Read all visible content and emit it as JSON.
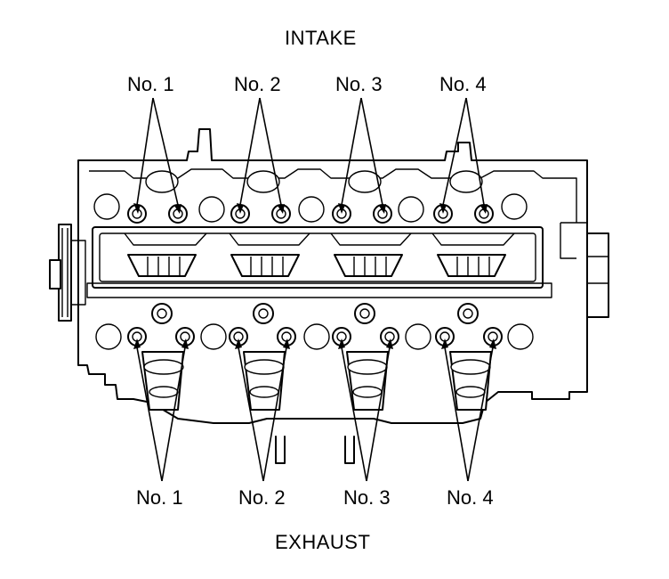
{
  "diagram": {
    "intake_label": "INTAKE",
    "exhaust_label": "EXHAUST",
    "intake_ports": [
      {
        "label": "No. 1"
      },
      {
        "label": "No. 2"
      },
      {
        "label": "No. 3"
      },
      {
        "label": "No. 4"
      }
    ],
    "exhaust_ports": [
      {
        "label": "No. 1"
      },
      {
        "label": "No. 2"
      },
      {
        "label": "No. 3"
      },
      {
        "label": "No. 4"
      }
    ],
    "line_color": "#000000",
    "background_color": "#ffffff"
  }
}
